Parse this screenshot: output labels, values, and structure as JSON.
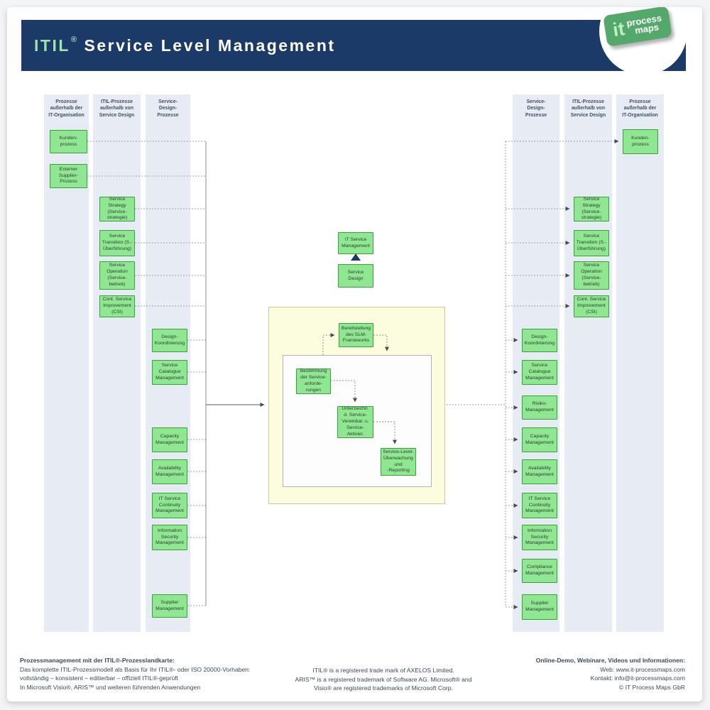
{
  "header": {
    "title_itil": "ITIL",
    "title_reg": "®",
    "title_rest": "Service Level Management"
  },
  "logo": {
    "it": "it",
    "process": "process",
    "maps": "maps"
  },
  "lane_headers": {
    "outside_org": "Prozesse\naußerhalb der\nIT-Organisation",
    "itil_outside": "ITIL-Prozesse\naußerhalb von\nService Design",
    "service_design": "Service-\nDesign-\nProzesse"
  },
  "boxes": {
    "kundenprozess": "Kunden-\nprozess",
    "externer_supplier": "Externer\nSupplier-\nProzess",
    "service_strategy": "Service\nStrategy\n(Service-\nstrategie)",
    "service_transition": "Service\nTransition (S.-\nÜberführung)",
    "service_operation": "Service\nOperation\n(Service-\nbetrieb)",
    "csi": "Cont. Service\nImprovement\n(CSI)",
    "design_koordinierung": "Design-\nKoordinierung",
    "service_catalogue": "Service\nCatalogue\nManagement",
    "risiko": "Risiko-\nManagement",
    "capacity": "Capacity\nManagement",
    "availability": "Availability\nManagement",
    "itscm": "IT Service\nContinuity\nManagement",
    "infosec": "Information\nSecurity\nManagement",
    "compliance": "Compliance\nManagement",
    "supplier": "Supplier\nManagement",
    "itsm": "IT Service\nManagement",
    "service_design": "Service\nDesign",
    "slm_framework": "Bereitstellung\ndes SLM-\nFrameworks",
    "service_requirements": "Bestimmung\nder Service-\nanforde-\nrungen",
    "sign_agreements": "Unterzeichn.\nd. Service-\nVereinbar. u.\nService-\nAktivier.",
    "monitoring_reporting": "Service-Level-\nÜberwachung\nund\n-Reporting"
  },
  "footer": {
    "left": [
      "Prozessmanagement  mit der ITIL®-Prozesslandkarte:",
      "Das komplette  ITIL-Prozessmodell als Basis für Ihr ITIL®- oder ISO 20000-Vorhaben:",
      "vollständig – konsistent – editierbar – offiziell ITIL®-geprüft",
      "In Microsoft Visio®, ARIS™ und weiteren führenden Anwendungen"
    ],
    "center": [
      "ITIL® is a registered trade mark of AXELOS Limited.",
      "ARIS™ is a  registered trademark of Software AG. Microsoft® and",
      "Visio® are registered trademarks of Microsoft Corp."
    ],
    "right": [
      "Online-Demo,  Webinare,  Videos und Informationen:",
      "Web: www.it-processmaps.com",
      "Kontakt: info@it-processmaps.com",
      "© IT Process Maps GbR"
    ]
  },
  "colors": {
    "navy": "#1b3a67",
    "box_green": "#8fe891",
    "box_border": "#3aa13a",
    "lane": "#e7ecf4",
    "yellow_area": "#fcfcdf",
    "accent_green": "#9fe2ae"
  }
}
